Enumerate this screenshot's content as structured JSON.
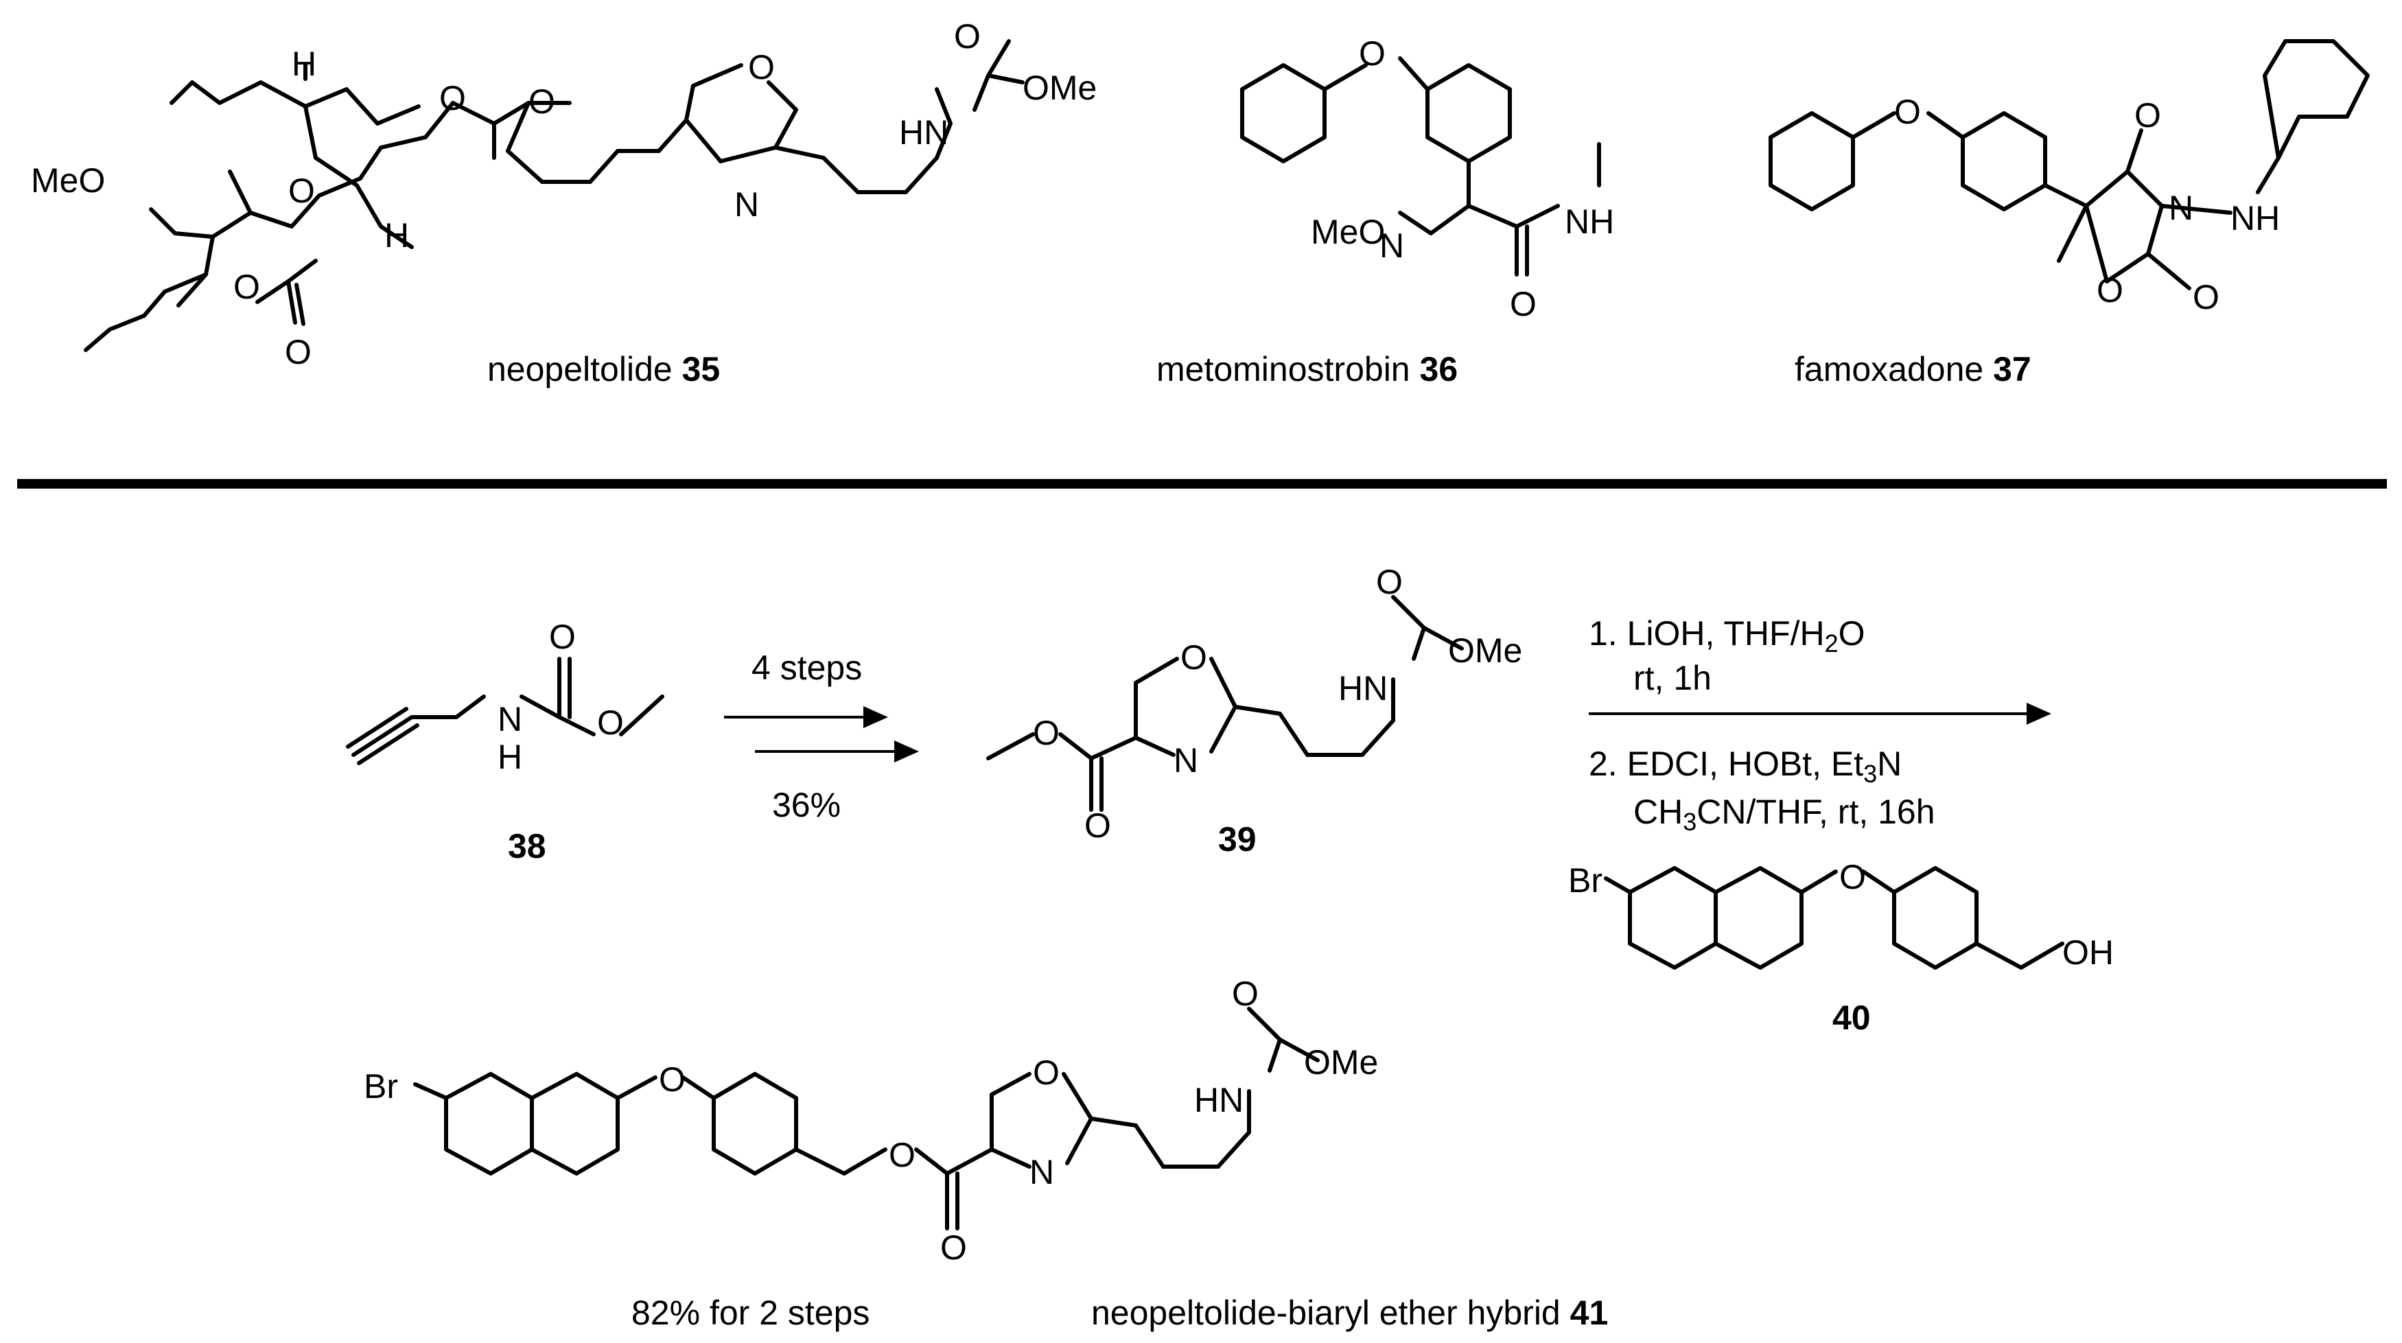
{
  "top_row": {
    "neopeltolide": {
      "name": "neopeltolide",
      "number": "35"
    },
    "metominostrobin": {
      "name": "metominostrobin",
      "number": "36"
    },
    "famoxadone": {
      "name": "famoxadone",
      "number": "37"
    }
  },
  "scheme": {
    "compound_38": {
      "number": "38"
    },
    "step1": {
      "conditions": "4 steps",
      "yield": "36%"
    },
    "compound_39": {
      "number": "39"
    },
    "step2": {
      "line1": "1. LiOH, THF/H",
      "line1_sub": "2",
      "line1_end": "O",
      "line2": "rt, 1h",
      "line3": "2. EDCI, HOBt, Et",
      "line3_sub": "3",
      "line3_end": "N",
      "line4_a": "CH",
      "line4_sub": "3",
      "line4_b": "CN/THF, rt, 16h"
    },
    "compound_40": {
      "number": "40"
    },
    "product": {
      "yield": "82% for 2 steps",
      "name": "neopeltolide-biaryl ether hybrid",
      "number": "41"
    }
  },
  "atom_labels": {
    "H": "H",
    "O": "O",
    "N": "N",
    "NH": "NH",
    "HN": "HN",
    "MeO": "MeO",
    "OMe": "OMe",
    "Br": "Br",
    "OH": "OH"
  },
  "colors": {
    "ink": "#000000",
    "background": "#ffffff"
  }
}
